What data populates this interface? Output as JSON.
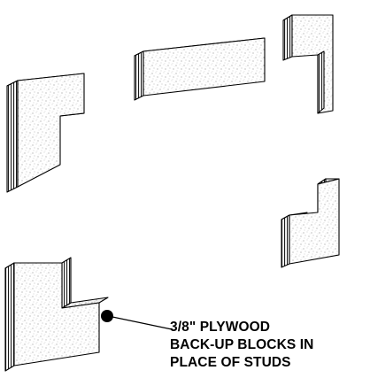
{
  "diagram": {
    "callout": {
      "lines": [
        "3/8\" PLYWOOD",
        "BACK-UP BLOCKS IN",
        "PLACE OF STUDS"
      ]
    }
  }
}
